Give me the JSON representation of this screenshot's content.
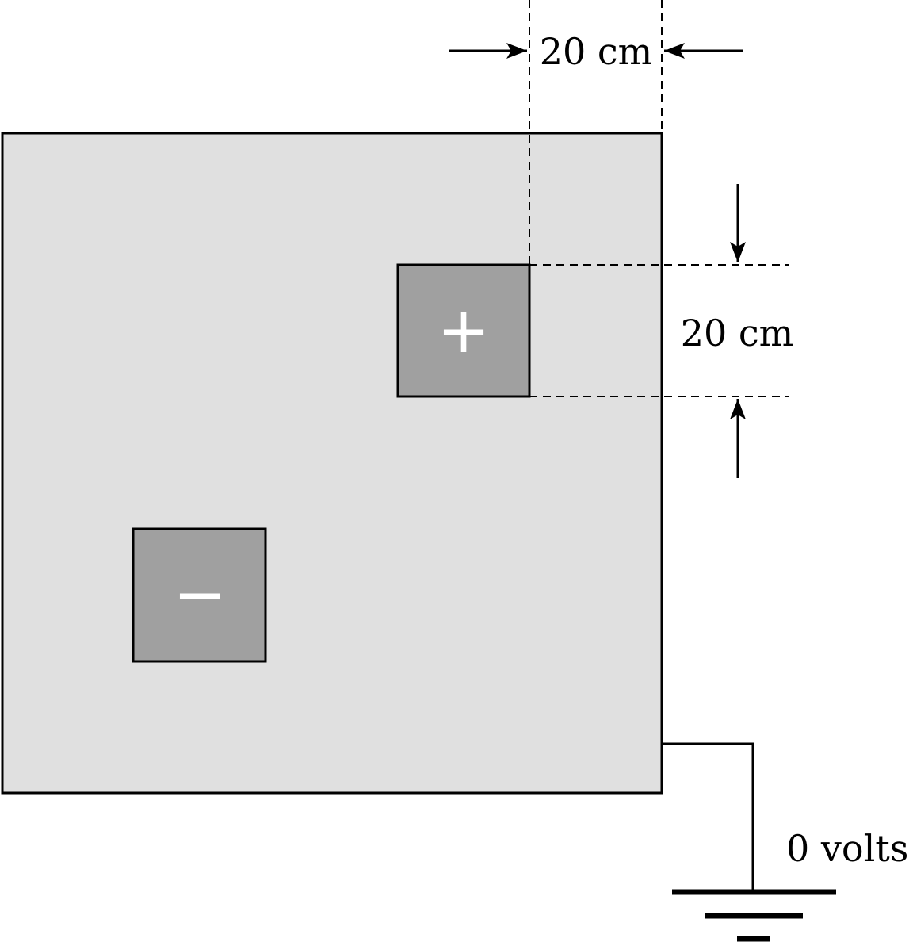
{
  "labels": {
    "horizontal_dimension": "20 cm",
    "vertical_dimension": "20 cm",
    "ground_voltage": "0 volts"
  },
  "charges": {
    "positive_sign": "+",
    "negative_sign": "−"
  },
  "colors": {
    "plate_fill": "#e0e0e0",
    "charge_block_fill": "#a0a0a0",
    "stroke": "#000000"
  }
}
